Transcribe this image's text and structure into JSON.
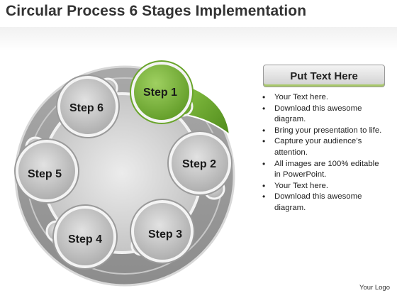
{
  "title": "Circular Process 6 Stages Implementation",
  "steps": [
    {
      "label": "Step 1",
      "color": "#7bb33a"
    },
    {
      "label": "Step 2",
      "color": "#b9b9b9"
    },
    {
      "label": "Step 3",
      "color": "#b9b9b9"
    },
    {
      "label": "Step 4",
      "color": "#b9b9b9"
    },
    {
      "label": "Step 5",
      "color": "#b9b9b9"
    },
    {
      "label": "Step 6",
      "color": "#b9b9b9"
    }
  ],
  "panel": {
    "header": "Put Text Here",
    "bullets": [
      "Your Text here.",
      "Download this awesome diagram.",
      "Bring your presentation to life.",
      "Capture your audience’s attention.",
      "All images are 100% editable in PowerPoint.",
      "Your Text here.",
      "Download this awesome diagram."
    ]
  },
  "footer": "Your Logo",
  "colors": {
    "accent": "#7bb33a",
    "ring": "#9d9d9d",
    "center": "#d3d3d3"
  }
}
